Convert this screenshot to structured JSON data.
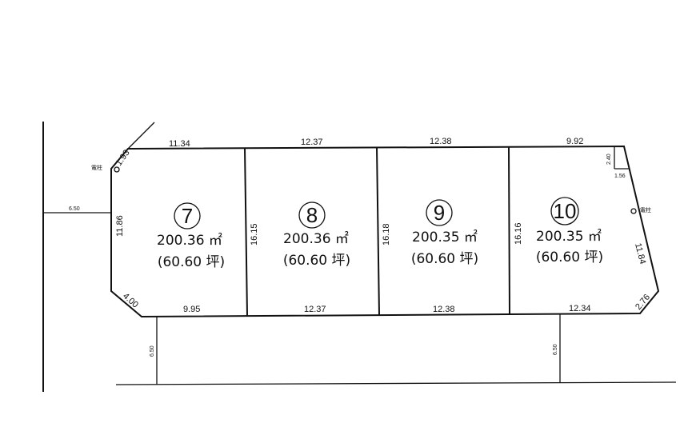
{
  "lots": [
    {
      "number": "7",
      "area": "200.36 ㎡",
      "tsubo": "(60.60 坪)"
    },
    {
      "number": "8",
      "area": "200.36 ㎡",
      "tsubo": "(60.60 坪)"
    },
    {
      "number": "9",
      "area": "200.35 ㎡",
      "tsubo": "(60.60 坪)"
    },
    {
      "number": "10",
      "area": "200.35 ㎡",
      "tsubo": "(60.60 坪)"
    }
  ],
  "dimensions": {
    "top": [
      "11.34",
      "12.37",
      "12.38",
      "9.92"
    ],
    "bottom": [
      "9.95",
      "12.37",
      "12.38",
      "12.34"
    ],
    "dividers": [
      "16.15",
      "16.18",
      "16.16"
    ],
    "left_side": "11.86",
    "right_side": "11.84",
    "corner_top_left": "1.93",
    "corner_bottom_left": "4.00",
    "corner_bottom_right": "2.76",
    "notch_height": "2.40",
    "notch_width": "1.56",
    "road_left": "6.50",
    "road_bottom_left": "6.50",
    "road_bottom_right": "6.50"
  },
  "utility_poles": [
    "電柱",
    "電柱"
  ]
}
